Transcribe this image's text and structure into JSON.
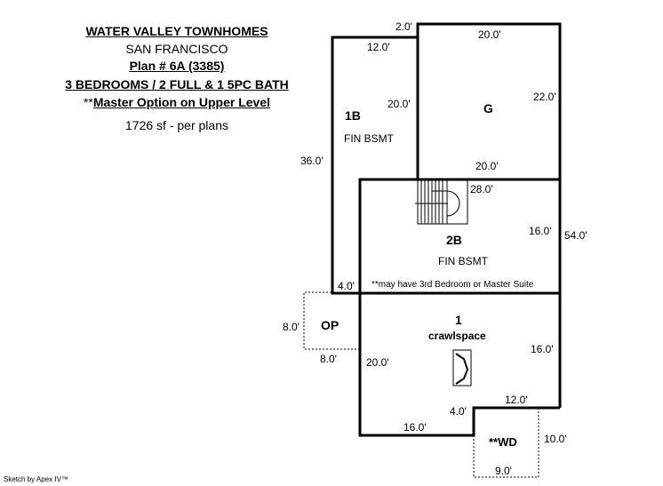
{
  "header": {
    "title": "WATER VALLEY TOWNHOMES",
    "city": "SAN FRANCISCO",
    "plan": "Plan # 6A (3385)",
    "beds_baths": "3 BEDROOMS / 2 FULL & 1 5PC BATH",
    "master_prefix": "**",
    "master_note": "Master Option on Upper Level",
    "area": "1726 sf - per plans"
  },
  "rooms": {
    "r1b": {
      "name": "1B",
      "desc": "FIN BSMT"
    },
    "g": {
      "name": "G"
    },
    "r2b": {
      "name": "2B",
      "desc": "FIN BSMT",
      "note": "**may have 3rd Bedroom or Master Suite"
    },
    "r1": {
      "name": "1",
      "desc": "crawlspace"
    },
    "op": {
      "name": "OP"
    },
    "wd": {
      "name": "**WD"
    }
  },
  "dimensions": {
    "d2": "2.0'",
    "d12a": "12.0'",
    "d20g_top": "20.0'",
    "d22": "22.0'",
    "d20g_left": "20.0'",
    "d20g_bottom": "20.0'",
    "d36": "36.0'",
    "d28": "28.0'",
    "d16_2b": "16.0'",
    "d54": "54.0'",
    "d4a": "4.0'",
    "d8op_left": "8.0'",
    "d8op_bottom": "8.0'",
    "d20_1": "20.0'",
    "d16_1": "16.0'",
    "d12b": "12.0'",
    "d4b": "4.0'",
    "d16_bottom": "16.0'",
    "d10": "10.0'",
    "d9": "9.0'"
  },
  "footer": "Sketch by Apex IV™"
}
